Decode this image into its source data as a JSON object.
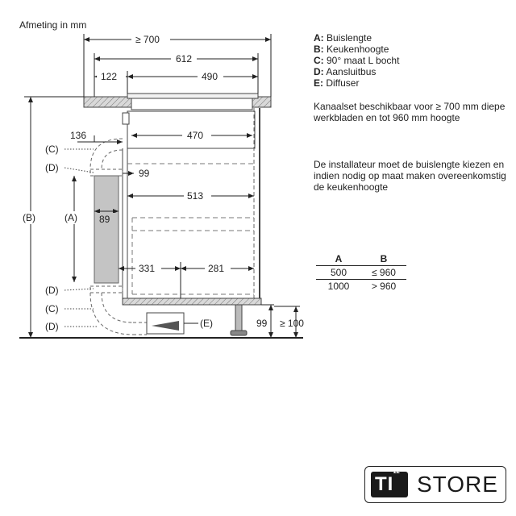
{
  "unit_caption": "Afmeting in mm",
  "legend": [
    {
      "key": "A:",
      "text": " Buislengte"
    },
    {
      "key": "B:",
      "text": " Keukenhoogte"
    },
    {
      "key": "C:",
      "text": " 90° maat L bocht"
    },
    {
      "key": "D:",
      "text": " Aansluitbus"
    },
    {
      "key": "E:",
      "text": " Diffuser"
    }
  ],
  "note_channel": "Kanaalset beschikbaar voor ≥ 700 mm diepe werkbladen en tot 960 mm hoogte",
  "note_installer": "De installateur moet de buislengte kiezen en indien nodig op maat maken overeenkomstig de keukenhoogte",
  "dimensions": {
    "d700": "≥ 700",
    "d612": "612",
    "d122": "122",
    "d490": "490",
    "d136": "136",
    "d470": "470",
    "d99_top": "99",
    "d513": "513",
    "d89": "89",
    "d331": "331",
    "d281": "281",
    "d99_bottom": "99",
    "d100": "≥ 100"
  },
  "labels": {
    "A": "(A)",
    "B": "(B)",
    "C": "(C)",
    "D": "(D)",
    "E": "(E)"
  },
  "table": {
    "headers": [
      "A",
      "B"
    ],
    "rows": [
      [
        "500",
        "≤ 960"
      ],
      [
        "1000",
        "> 960"
      ]
    ]
  },
  "logo": {
    "mark": "TI",
    "sup": "22",
    "word": "STORE"
  }
}
